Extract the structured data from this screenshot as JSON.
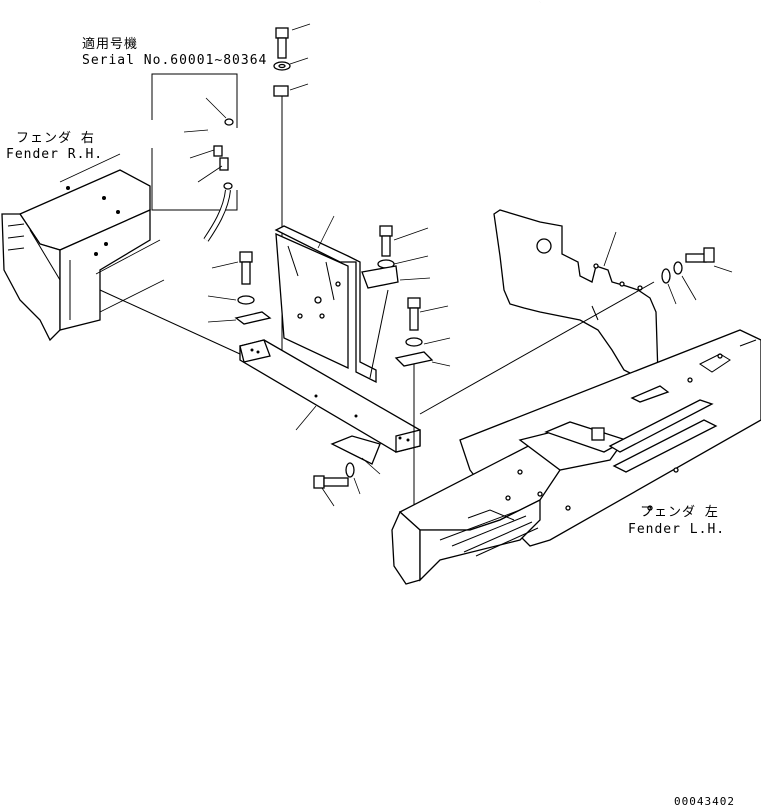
{
  "serial_note": {
    "line1": "適用号機",
    "line2": "Serial No.60001~80364"
  },
  "fender_right": {
    "jp": "フェンダ 右",
    "en": "Fender R.H."
  },
  "fender_left": {
    "jp": "フェンダ 左",
    "en": "Fender L.H."
  },
  "drawing_number": "00043402"
}
